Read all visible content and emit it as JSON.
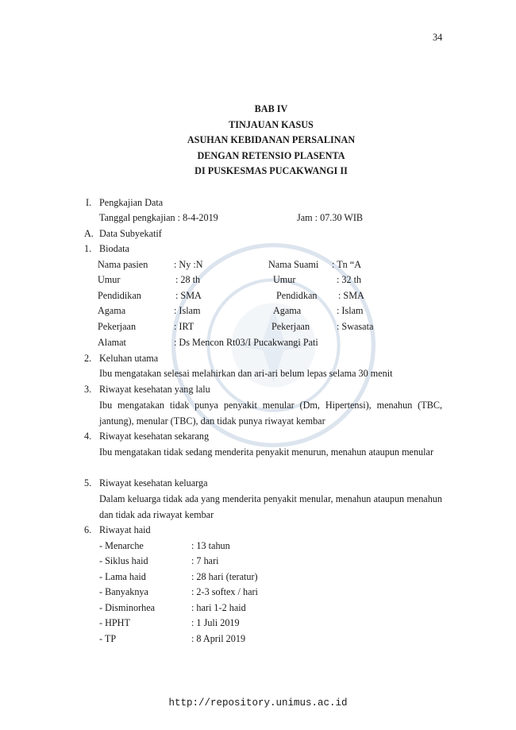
{
  "page_number": "34",
  "headings": [
    "BAB IV",
    "TINJAUAN KASUS",
    "ASUHAN KEBIDANAN PERSALINAN",
    "DENGAN RETENSIO PLASENTA",
    "DI PUSKESMAS PUCAKWANGI II"
  ],
  "section_1": {
    "num": "I.",
    "title": "Pengkajian Data",
    "date_text": "Tanggal pengkajian : 8-4-2019",
    "time_text": "Jam : 07.30 WIB"
  },
  "section_a": {
    "num": "A.",
    "title": "Data Subyekatif"
  },
  "biodata": {
    "num": "1.",
    "title": "Biodata",
    "rows": [
      {
        "l_label": "Nama pasien",
        "l_value": ": Ny :N",
        "r_label": "Nama Suami",
        "r_value": ": Tn “A"
      },
      {
        "l_label": "Umur",
        "l_value": ": 28 th",
        "r_label": "Umur",
        "r_value": ": 32 th"
      },
      {
        "l_label": "Pendidikan",
        "l_value": ": SMA",
        "r_label": "Pendidkan",
        "r_value": ": SMA"
      },
      {
        "l_label": "Agama",
        "l_value": ": Islam",
        "r_label": "Agama",
        "r_value": ": Islam"
      },
      {
        "l_label": "Pekerjaan",
        "l_value": ": IRT",
        "r_label": "Pekerjaan",
        "r_value": ": Swasata"
      }
    ],
    "alamat_label": "Alamat",
    "alamat_value": ": Ds Mencon Rt03/I Pucakwangi Pati"
  },
  "items": [
    {
      "num": "2.",
      "title": "Keluhan utama",
      "body": "Ibu mengatakan selesai melahirkan dan ari-ari belum lepas selama 30 menit"
    },
    {
      "num": "3.",
      "title": "Riwayat kesehatan yang lalu",
      "body": "Ibu mengatakan tidak punya penyakit menular (Dm, Hipertensi), menahun (TBC, jantung), menular (TBC), dan tidak punya riwayat kembar"
    },
    {
      "num": "4.",
      "title": "Riwayat kesehatan sekarang",
      "body": "Ibu mengatakan tidak sedang menderita penyakit menurun, menahun ataupun menular"
    },
    {
      "num": "5.",
      "title": "Riwayat kesehatan keluarga",
      "body": "Dalam keluarga tidak ada yang menderita penyakit menular, menahun ataupun menahun dan tidak ada riwayat kembar"
    }
  ],
  "haid": {
    "num": "6.",
    "title": "Riwayat haid",
    "rows": [
      {
        "label": "- Menarche",
        "value": ": 13 tahun"
      },
      {
        "label": "- Siklus haid",
        "value": ": 7 hari"
      },
      {
        "label": "- Lama haid",
        "value": ": 28 hari (teratur)"
      },
      {
        "label": "- Banyaknya",
        "value": ": 2-3 softex / hari"
      },
      {
        "label": "- Disminorhea",
        "value": ": hari 1-2 haid"
      },
      {
        "label": "- HPHT",
        "value": ": 1 Juli 2019"
      },
      {
        "label": "- TP",
        "value": ": 8 April 2019"
      }
    ]
  },
  "footer_url": "http://repository.unimus.ac.id",
  "colors": {
    "text": "#1a1a1a",
    "watermark": "#2b5d9c"
  }
}
